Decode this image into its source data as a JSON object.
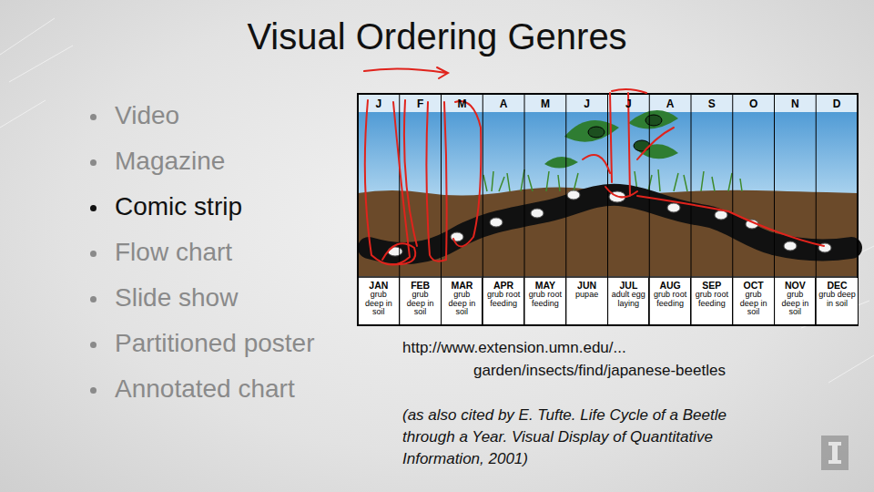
{
  "diagram": {
    "title": "Visual Ordering Genres",
    "nodes": [
      {
        "text": [
          "JAN",
          "grub deep in soil"
        ]
      },
      {
        "text": [
          "FEB",
          "grub deep in soil"
        ]
      },
      {
        "text": [
          "MAR",
          "grub deep in soil"
        ]
      },
      {
        "text": [
          "APR",
          "grub root feeding"
        ]
      },
      {
        "text": [
          "MAY",
          "grub root feeding"
        ]
      },
      {
        "text": [
          "JUN",
          "pupae"
        ]
      },
      {
        "text": [
          "JUL",
          "adult egg laying"
        ]
      },
      {
        "text": [
          "AUG",
          "grub root feeding"
        ]
      },
      {
        "text": [
          "SEP",
          "grub root feeding"
        ]
      },
      {
        "text": [
          "OCT",
          "grub deep in soil"
        ]
      },
      {
        "text": [
          "NOV",
          "grub deep in soil"
        ]
      },
      {
        "text": [
          "DEC",
          "grub deep in soil"
        ]
      }
    ],
    "labels": [
      "Video",
      "Magazine",
      "Comic strip",
      "Flow chart",
      "Slide show",
      "Partitioned poster",
      "Annotated chart",
      "J",
      "F",
      "M",
      "A",
      "M",
      "J",
      "J",
      "A",
      "S",
      "O",
      "N",
      "D",
      "http://www.extension.umn.edu/...",
      "garden/insects/find/japanese-beetles",
      "(as also cited by E. Tufte. Life Cycle of a Beetle through a Year. Visual Display of Quantitative Information, 2001)"
    ]
  }
}
